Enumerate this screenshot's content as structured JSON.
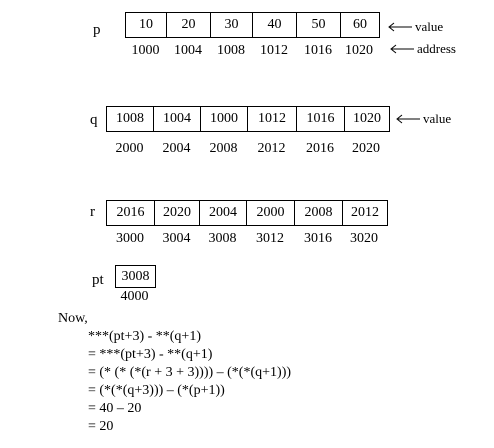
{
  "arrays": {
    "p": {
      "name": "p",
      "values": [
        "10",
        "20",
        "30",
        "40",
        "50",
        "60"
      ],
      "addresses": [
        "1000",
        "1004",
        "1008",
        "1012",
        "1016",
        "1020"
      ],
      "value_label": "value",
      "address_label": "address"
    },
    "q": {
      "name": "q",
      "values": [
        "1008",
        "1004",
        "1000",
        "1012",
        "1016",
        "1020"
      ],
      "addresses": [
        "2000",
        "2004",
        "2008",
        "2012",
        "2016",
        "2020"
      ],
      "value_label": "value"
    },
    "r": {
      "name": "r",
      "values": [
        "2016",
        "2020",
        "2004",
        "2000",
        "2008",
        "2012"
      ],
      "addresses": [
        "3000",
        "3004",
        "3008",
        "3012",
        "3016",
        "3020"
      ]
    },
    "pt": {
      "name": "pt",
      "values": [
        "3008"
      ],
      "addresses": [
        "4000"
      ]
    }
  },
  "solution": {
    "intro": "Now,",
    "lines": [
      "***(pt+3) - **(q+1)",
      "= ***(pt+3) - **(q+1)",
      "= (* (* (*(r + 3 + 3)))) – (*(*(q+1)))",
      "= (*(*(q+3))) – (*(p+1))",
      "= 40 – 20",
      "= 20"
    ]
  }
}
